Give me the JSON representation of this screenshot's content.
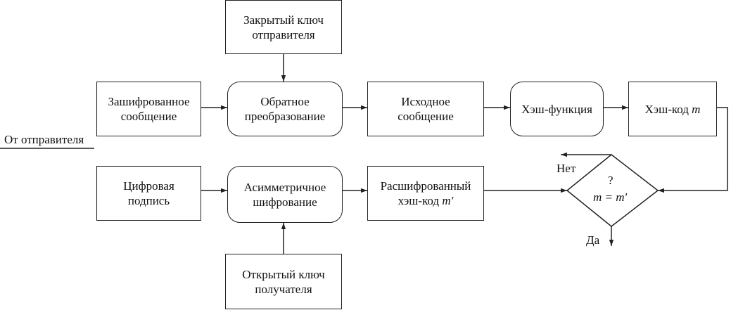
{
  "nodes": {
    "private_key": [
      "Закрытый ключ",
      "отправителя"
    ],
    "encrypted_message": [
      "Зашифрованное",
      "сообщение"
    ],
    "reverse_transform": [
      "Обратное",
      "преобразование"
    ],
    "source_message": [
      "Исходное",
      "сообщение"
    ],
    "hash_function": "Хэш-функция",
    "hash_code": {
      "text": "Хэш-код ",
      "var": "m"
    },
    "digital_signature": [
      "Цифровая",
      "подпись"
    ],
    "asym_encryption": [
      "Асимметричное",
      "шифрование"
    ],
    "decrypted_hash": {
      "line1": "Расшифрованный",
      "line2": "хэш-код ",
      "var": "m′"
    },
    "public_key": [
      "Открытый ключ",
      "получателя"
    ],
    "decision": {
      "question": "?",
      "condition": "m = m′"
    }
  },
  "labels": {
    "from_sender": "От отправителя",
    "no": "Нет",
    "yes": "Да"
  }
}
